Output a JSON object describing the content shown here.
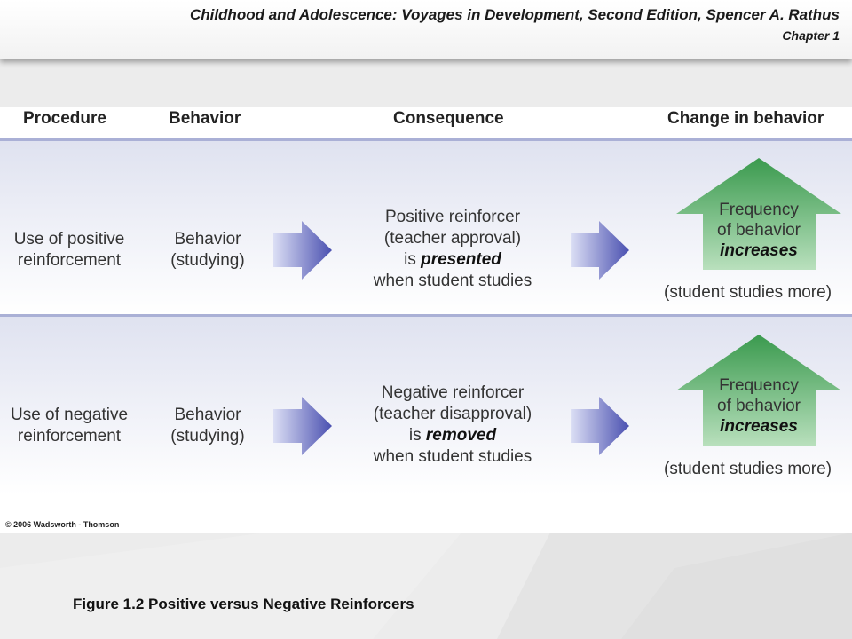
{
  "header": {
    "book_title": "Childhood and Adolescence: Voyages in Development, Second Edition, Spencer A. Rathus",
    "chapter": "Chapter 1"
  },
  "figure": {
    "columns": {
      "procedure": "Procedure",
      "behavior": "Behavior",
      "consequence": "Consequence",
      "change": "Change in behavior"
    },
    "rows": [
      {
        "procedure": [
          "Use of positive",
          "reinforcement"
        ],
        "behavior": [
          "Behavior",
          "(studying)"
        ],
        "consequence_line1": "Positive reinforcer",
        "consequence_line2": "(teacher approval)",
        "consequence_prefix": "is ",
        "consequence_emphasis": "presented",
        "consequence_line4": "when student studies",
        "change_line1": "Frequency",
        "change_line2": "of behavior",
        "change_emphasis": "increases",
        "note": "(student studies more)"
      },
      {
        "procedure": [
          "Use of negative",
          "reinforcement"
        ],
        "behavior": [
          "Behavior",
          "(studying)"
        ],
        "consequence_line1": "Negative reinforcer",
        "consequence_line2": "(teacher disapproval)",
        "consequence_prefix": "is ",
        "consequence_emphasis": "removed",
        "consequence_line4": "when student studies",
        "change_line1": "Frequency",
        "change_line2": "of behavior",
        "change_emphasis": "increases",
        "note": "(student studies more)"
      }
    ],
    "copyright": "© 2006 Wadsworth - Thomson",
    "colors": {
      "arrow_light": "#dcdff5",
      "arrow_dark": "#4a50b0",
      "up_arrow_top": "#3a9a4e",
      "up_arrow_bottom": "#b9e0bd",
      "band_top": "#dfe2f0",
      "rule": "#aab0d6"
    }
  },
  "caption": "Figure 1.2 Positive versus Negative Reinforcers"
}
